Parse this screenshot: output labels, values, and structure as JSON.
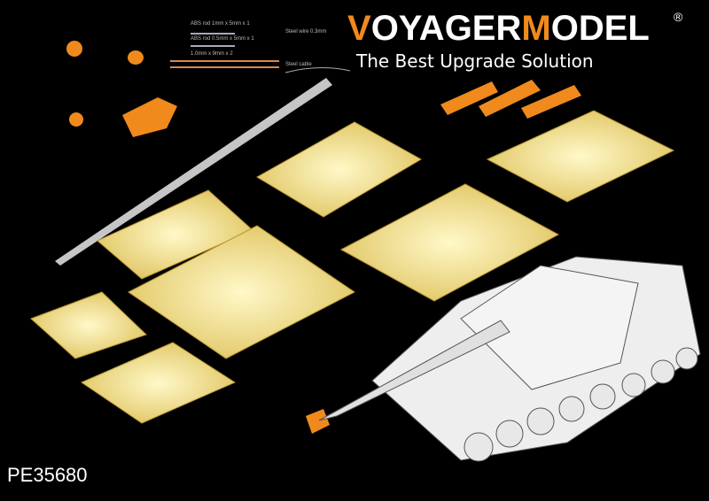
{
  "brand": {
    "name_part1": "V",
    "name_part2": "OYAGER",
    "name_part3": "M",
    "name_part4": "ODEL",
    "registered": "®",
    "tagline": "The Best Upgrade Solution"
  },
  "product_code": "PE35680",
  "specs": [
    "ABS rod 1mm x 5mm x 1",
    "ABS rod 0.5mm x 5mm x 1",
    "1.0mm x 9mm x 2",
    "Steel wire 0.3mm",
    "Steel cable"
  ],
  "colors": {
    "background": "#000000",
    "accent": "#f08a1c",
    "brass": "#e8d27a",
    "barrel": "#d9d9d9"
  }
}
